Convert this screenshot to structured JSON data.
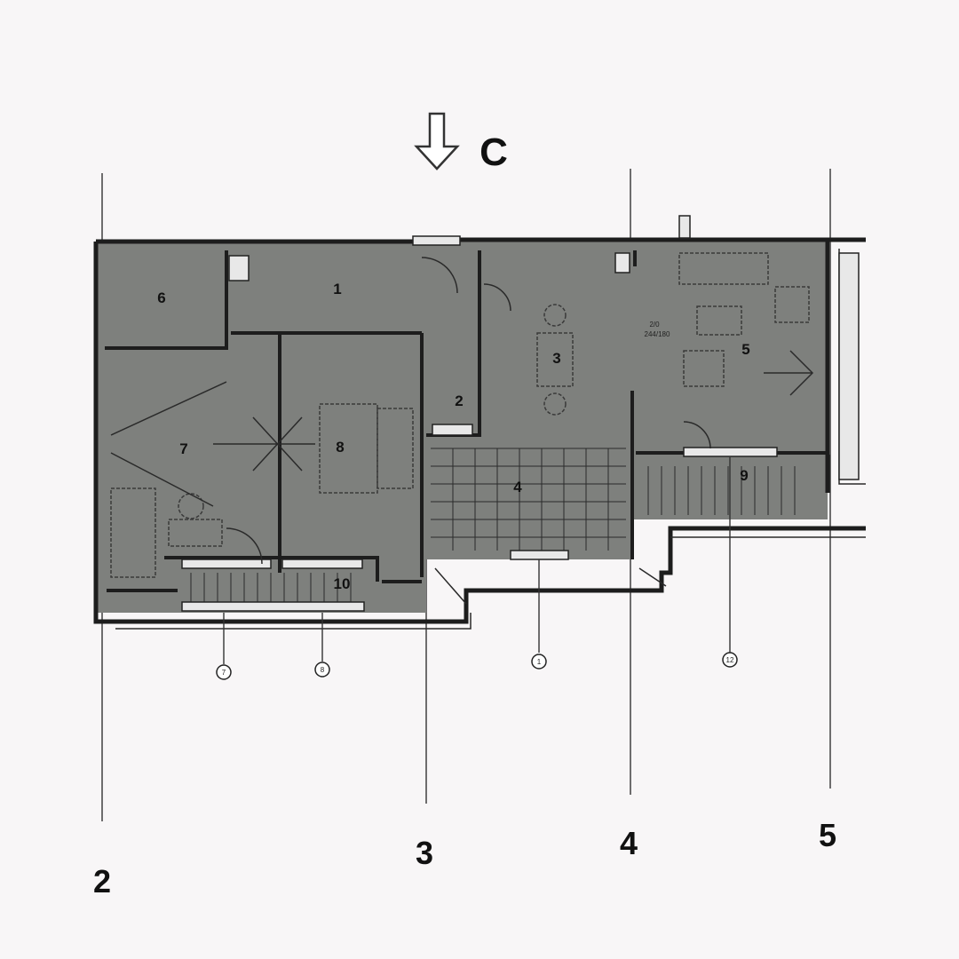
{
  "section_marker": {
    "label": "C",
    "icon": "arrow-down-icon"
  },
  "grid_axes": [
    {
      "label": "2"
    },
    {
      "label": "3"
    },
    {
      "label": "4"
    },
    {
      "label": "5"
    }
  ],
  "rooms": [
    {
      "label": "1"
    },
    {
      "label": "2"
    },
    {
      "label": "3"
    },
    {
      "label": "4"
    },
    {
      "label": "5"
    },
    {
      "label": "6"
    },
    {
      "label": "7"
    },
    {
      "label": "8"
    },
    {
      "label": "9"
    },
    {
      "label": "10"
    }
  ],
  "annotations": {
    "opening": "2/0",
    "opening_size": "244/180"
  },
  "window_markers": [
    {
      "label": "7"
    },
    {
      "label": "8"
    },
    {
      "label": "1"
    },
    {
      "label": "12"
    }
  ],
  "colors": {
    "room_fill": "#7e807d",
    "wall": "#1d1d1d",
    "paper": "#f8f6f7"
  }
}
